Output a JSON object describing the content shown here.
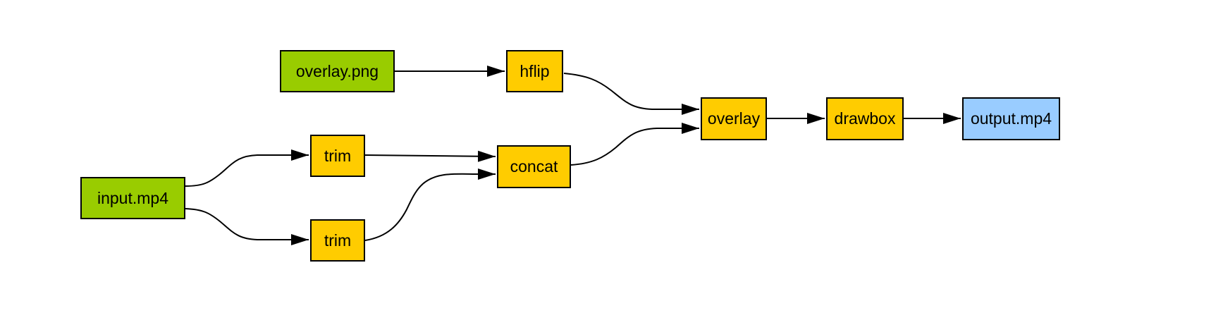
{
  "diagram": {
    "kind": "ffmpeg-filter-graph",
    "colors": {
      "background": "#ffffff",
      "input": "#99cc00",
      "filter": "#ffcc00",
      "output": "#99ccff",
      "border": "#000000",
      "edge": "#000000",
      "text": "#000000"
    },
    "nodes": [
      {
        "id": "overlay_png",
        "label": "overlay.png",
        "role": "input"
      },
      {
        "id": "hflip",
        "label": "hflip",
        "role": "filter"
      },
      {
        "id": "input_mp4",
        "label": "input.mp4",
        "role": "input"
      },
      {
        "id": "trim_1",
        "label": "trim",
        "role": "filter"
      },
      {
        "id": "trim_2",
        "label": "trim",
        "role": "filter"
      },
      {
        "id": "concat",
        "label": "concat",
        "role": "filter"
      },
      {
        "id": "overlay",
        "label": "overlay",
        "role": "filter"
      },
      {
        "id": "drawbox",
        "label": "drawbox",
        "role": "filter"
      },
      {
        "id": "output_mp4",
        "label": "output.mp4",
        "role": "output"
      }
    ],
    "edges": [
      {
        "from": "overlay_png",
        "to": "hflip"
      },
      {
        "from": "hflip",
        "to": "overlay"
      },
      {
        "from": "input_mp4",
        "to": "trim_1"
      },
      {
        "from": "input_mp4",
        "to": "trim_2"
      },
      {
        "from": "trim_1",
        "to": "concat"
      },
      {
        "from": "trim_2",
        "to": "concat"
      },
      {
        "from": "concat",
        "to": "overlay"
      },
      {
        "from": "overlay",
        "to": "drawbox"
      },
      {
        "from": "drawbox",
        "to": "output_mp4"
      }
    ]
  }
}
